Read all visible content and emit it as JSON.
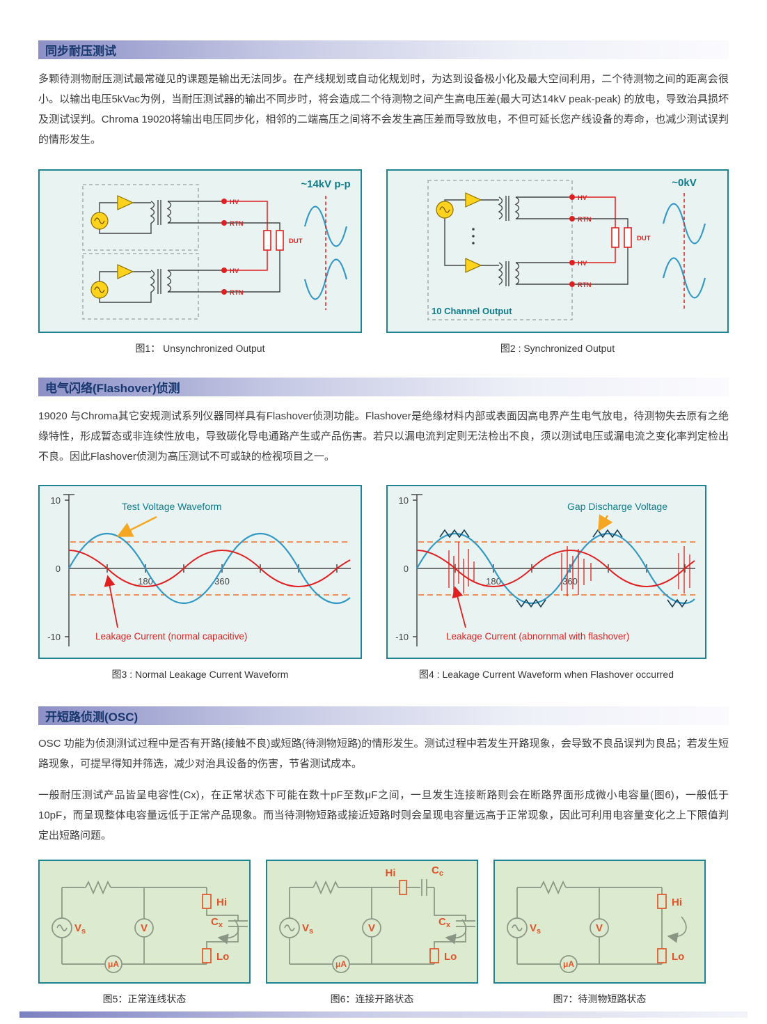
{
  "sections": {
    "sync": {
      "title": "同步耐压测试",
      "body": "多颗待测物耐压测试最常碰见的课题是输出无法同步。在产线规划或自动化规划时，为达到设备极小化及最大空间利用，二个待测物之间的距离会很小。以输出电压5kVac为例，当耐压测试器的输出不同步时，将会造成二个待测物之间产生高电压差(最大可达14kV peak-peak) 的放电，导致治具损坏及测试误判。Chroma 19020将输出电压同步化，相邻的二端高压之间将不会发生高压差而导致放电，不但可延长您产线设备的寿命，也减少测试误判的情形发生。"
    },
    "flashover": {
      "title": "电气闪络(Flashover)侦测",
      "body": "19020 与Chroma其它安规测试系列仪器同样具有Flashover侦测功能。Flashover是绝缘材料内部或表面因高电界产生电气放电，待测物失去原有之绝缘特性，形成暂态或非连续性放电，导致碳化导电通路产生或产品伤害。若只以漏电流判定则无法检出不良，须以测试电压或漏电流之变化率判定检出不良。因此Flashover侦测为高压测试不可或缺的检视项目之一。"
    },
    "osc": {
      "title": "开短路侦测(OSC)",
      "body1": "OSC 功能为侦测测试过程中是否有开路(接触不良)或短路(待测物短路)的情形发生。测试过程中若发生开路现象，会导致不良品误判为良品；若发生短路现象，可提早得知并筛选，减少对治具设备的伤害，节省测试成本。",
      "body2": "一般耐压测试产品皆呈电容性(Cx)，在正常状态下可能在数十pF至数μF之间，一旦发生连接断路则会在断路界面形成微小电容量(图6)，一般低于10pF，而呈现整体电容量远低于正常产品现象。而当待测物短路或接近短路时则会呈现电容量远高于正常现象，因此可利用电容量变化之上下限值判定出短路问题。"
    }
  },
  "fig1": {
    "caption": "图1： Unsynchronized Output",
    "voltage": "~14kV p-p",
    "hv": "HV",
    "rtn": "RTN",
    "dut": "DUT"
  },
  "fig2": {
    "caption": "图2 : Synchronized Output",
    "voltage": "~0kV",
    "channel_output": "10 Channel Output",
    "hv": "HV",
    "rtn": "RTN",
    "dut": "DUT"
  },
  "fig3": {
    "caption": "图3 : Normal Leakage Current Waveform",
    "voltage_label": "Test Voltage Waveform",
    "current_label": "Leakage Current (normal capacitive)",
    "y_top": "10",
    "y_mid": "0",
    "y_bottom": "-10",
    "x_180": "180",
    "x_360": "360"
  },
  "fig4": {
    "caption": "图4 :  Leakage Current Waveform when Flashover occurred",
    "voltage_label": "Gap Discharge Voltage",
    "current_label": "Leakage Current (abnornmal with flashover)",
    "y_top": "10",
    "y_mid": "0",
    "y_bottom": "-10",
    "x_180": "180",
    "x_360": "360"
  },
  "fig5": {
    "caption": "图5：正常连线状态",
    "vs_main": "V",
    "vs_sub": "s",
    "v": "V",
    "ua": "μA",
    "hi": "Hi",
    "lo": "Lo",
    "cx_main": "C",
    "cx_sub": "x"
  },
  "fig6": {
    "caption": "图6：连接开路状态",
    "vs_main": "V",
    "vs_sub": "s",
    "v": "V",
    "ua": "μA",
    "hi": "Hi",
    "lo": "Lo",
    "cx_main": "C",
    "cx_sub": "x",
    "cc_main": "C",
    "cc_sub": "c"
  },
  "fig7": {
    "caption": "图7：待测物短路状态",
    "vs_main": "V",
    "vs_sub": "s",
    "v": "V",
    "ua": "μA",
    "hi": "Hi",
    "lo": "Lo"
  }
}
